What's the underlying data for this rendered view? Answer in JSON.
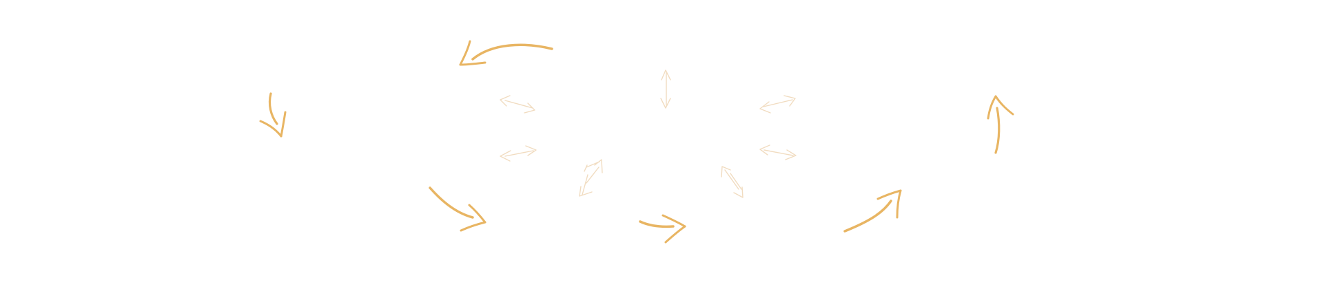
{
  "palette": {
    "background": "#ffffff",
    "cycle_arrow": "#e8b563",
    "inner_arrow": "#f1dcc0"
  },
  "outer_cycle_arrows": [
    {
      "id": "cycle-arrow-left-down",
      "icon": "hand-drawn-curved-arrow-down"
    },
    {
      "id": "cycle-arrow-top-left",
      "icon": "hand-drawn-curved-arrow-left"
    },
    {
      "id": "cycle-arrow-right-up",
      "icon": "hand-drawn-curved-arrow-up"
    },
    {
      "id": "cycle-arrow-bottom-right",
      "icon": "hand-drawn-curved-arrow-up-right"
    },
    {
      "id": "cycle-arrow-bottom-center",
      "icon": "hand-drawn-curved-arrow-right"
    },
    {
      "id": "cycle-arrow-bottom-left",
      "icon": "hand-drawn-curved-arrow-down-right"
    }
  ],
  "inner_connector_arrows": [
    {
      "id": "connector-top-center",
      "icon": "double-headed-arrow-vertical"
    },
    {
      "id": "connector-upper-left",
      "icon": "double-headed-arrow"
    },
    {
      "id": "connector-middle-left",
      "icon": "double-headed-arrow"
    },
    {
      "id": "connector-lower-left",
      "icon": "double-headed-arrow-diagonal"
    },
    {
      "id": "connector-upper-right",
      "icon": "double-headed-arrow"
    },
    {
      "id": "connector-middle-right",
      "icon": "double-headed-arrow"
    },
    {
      "id": "connector-lower-right",
      "icon": "double-headed-arrow-diagonal"
    }
  ]
}
